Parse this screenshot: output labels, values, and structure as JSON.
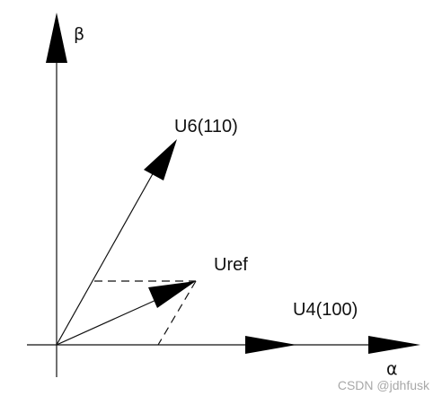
{
  "labels": {
    "beta_axis": "β",
    "alpha_axis": "α",
    "u6": "U6(110)",
    "u4": "U4(100)",
    "uref": "Uref"
  },
  "watermark": "CSDN @jdhfusk",
  "colors": {
    "line": "#111111",
    "background": "#ffffff",
    "watermark": "#a8a8a8"
  }
}
